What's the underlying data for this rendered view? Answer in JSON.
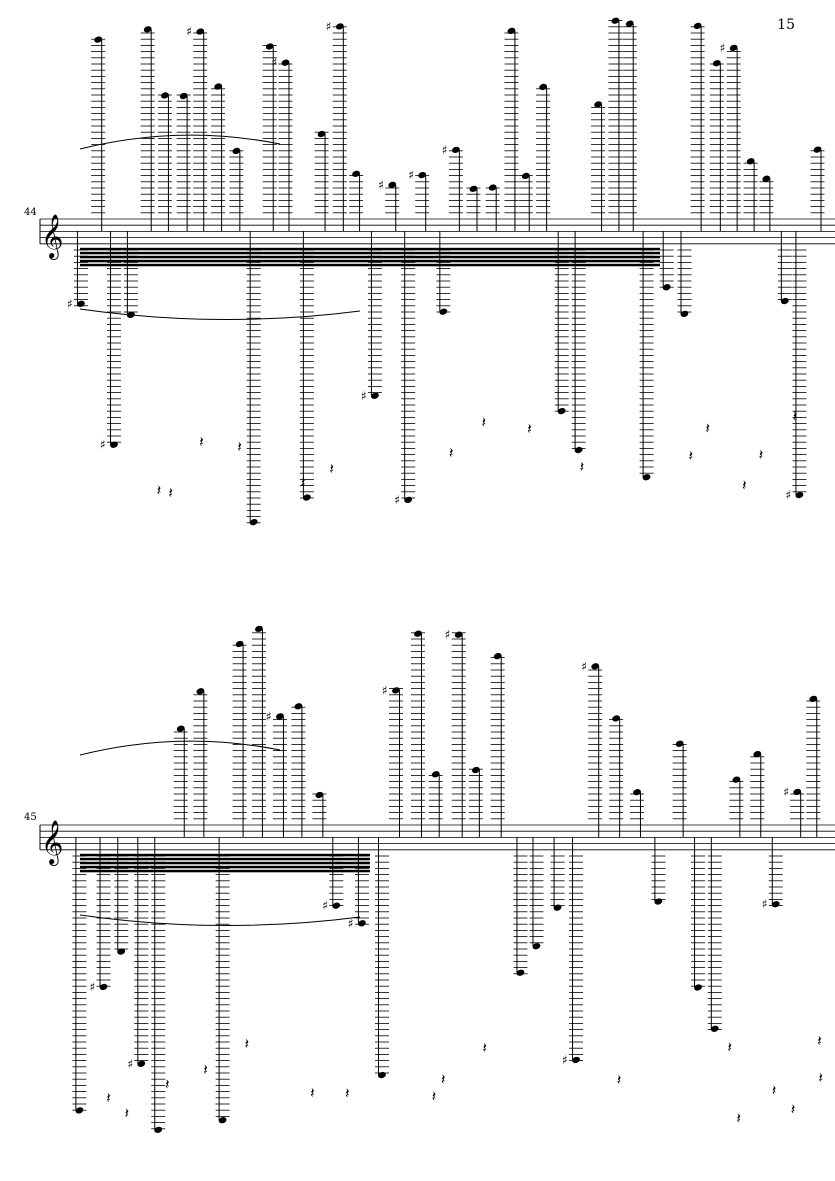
{
  "page": {
    "number": "15"
  },
  "systems": [
    {
      "measure_number": "44",
      "clef": "treble"
    },
    {
      "measure_number": "45",
      "clef": "treble"
    }
  ]
}
